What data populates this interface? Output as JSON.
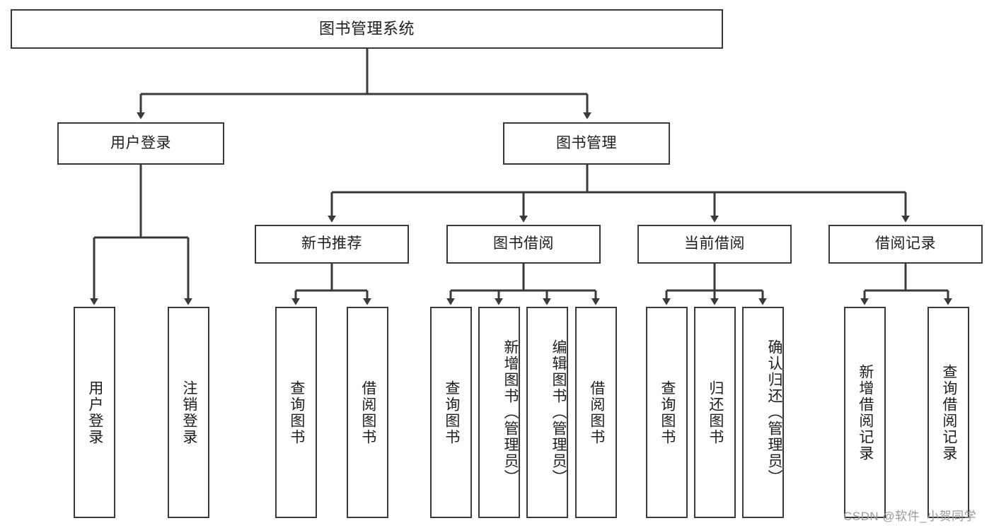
{
  "diagram": {
    "type": "tree",
    "title": "图书管理系统",
    "root": {
      "id": "root",
      "label": "图书管理系统"
    },
    "level2": [
      {
        "id": "user-login",
        "label": "用户登录"
      },
      {
        "id": "book-management",
        "label": "图书管理"
      }
    ],
    "level3": [
      {
        "id": "new-book-recommend",
        "label": "新书推荐",
        "parent": "book-management"
      },
      {
        "id": "book-borrow",
        "label": "图书借阅",
        "parent": "book-management"
      },
      {
        "id": "current-borrow",
        "label": "当前借阅",
        "parent": "book-management"
      },
      {
        "id": "borrow-record",
        "label": "借阅记录",
        "parent": "book-management"
      }
    ],
    "leaves": [
      {
        "id": "leaf-user-login",
        "label": "用户登录",
        "parent": "user-login"
      },
      {
        "id": "leaf-logout-login",
        "label": "注销登录",
        "parent": "user-login"
      },
      {
        "id": "leaf-query-book-1",
        "label": "查询图书",
        "parent": "new-book-recommend"
      },
      {
        "id": "leaf-borrow-book-1",
        "label": "借阅图书",
        "parent": "new-book-recommend"
      },
      {
        "id": "leaf-query-book-2",
        "label": "查询图书",
        "parent": "book-borrow"
      },
      {
        "id": "leaf-add-book",
        "label": "新增图书（管理员）",
        "parent": "book-borrow"
      },
      {
        "id": "leaf-edit-book",
        "label": "编辑图书（管理员）",
        "parent": "book-borrow"
      },
      {
        "id": "leaf-borrow-book-2",
        "label": "借阅图书",
        "parent": "book-borrow"
      },
      {
        "id": "leaf-query-book-3",
        "label": "查询图书",
        "parent": "current-borrow"
      },
      {
        "id": "leaf-return-book",
        "label": "归还图书",
        "parent": "current-borrow"
      },
      {
        "id": "leaf-confirm-return",
        "label": "确认归还（管理员）",
        "parent": "current-borrow"
      },
      {
        "id": "leaf-add-record",
        "label": "新增借阅记录",
        "parent": "borrow-record"
      },
      {
        "id": "leaf-query-record",
        "label": "查询借阅记录",
        "parent": "borrow-record"
      }
    ],
    "watermark": "CSDN @软件_小贺同学",
    "colors": {
      "border": "#3a3a3a",
      "text": "#1d1d1d",
      "background": "#ffffff",
      "watermark": "#9a9a9a"
    }
  }
}
